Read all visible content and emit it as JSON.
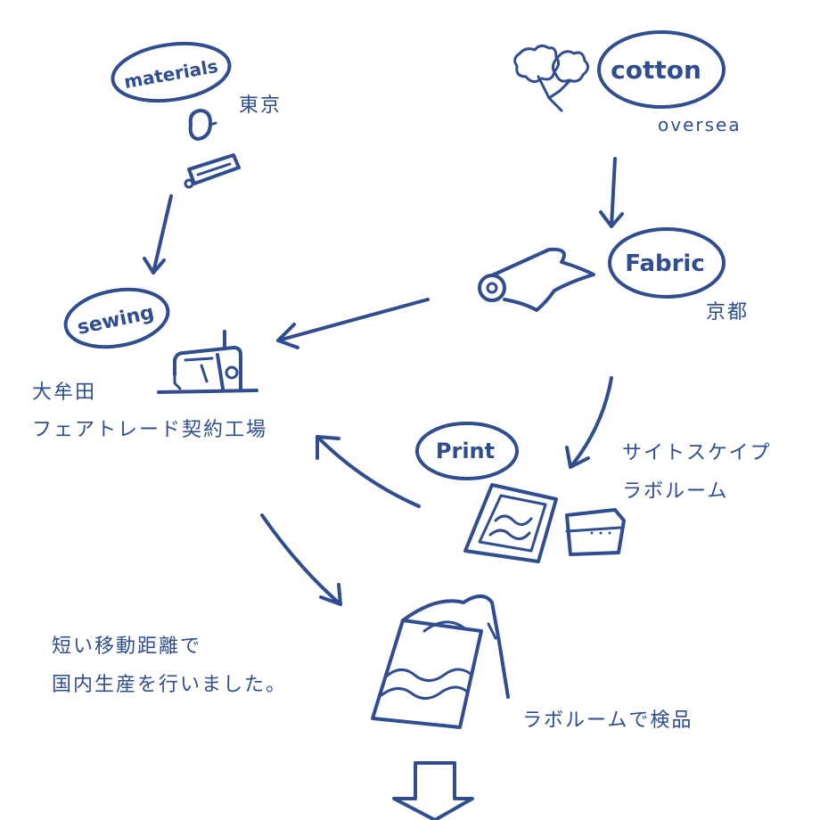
{
  "nodes": {
    "materials": {
      "bubble": "materials",
      "place": "東京"
    },
    "cotton": {
      "bubble": "cotton",
      "place": "oversea"
    },
    "fabric": {
      "bubble": "Fabric",
      "place": "京都"
    },
    "sewing": {
      "bubble": "sewing",
      "place_line1": "大牟田",
      "place_line2": "フェアトレード契約工場"
    },
    "print": {
      "bubble": "Print",
      "place_line1": "サイトスケイプ",
      "place_line2": "ラボルーム"
    },
    "inspection": {
      "place": "ラボルームで検品"
    }
  },
  "note": {
    "line1": "短い移動距離で",
    "line2": "国内生産を行いました。"
  },
  "colors": {
    "ink": "#2f4d8f",
    "background": "#ffffff"
  }
}
